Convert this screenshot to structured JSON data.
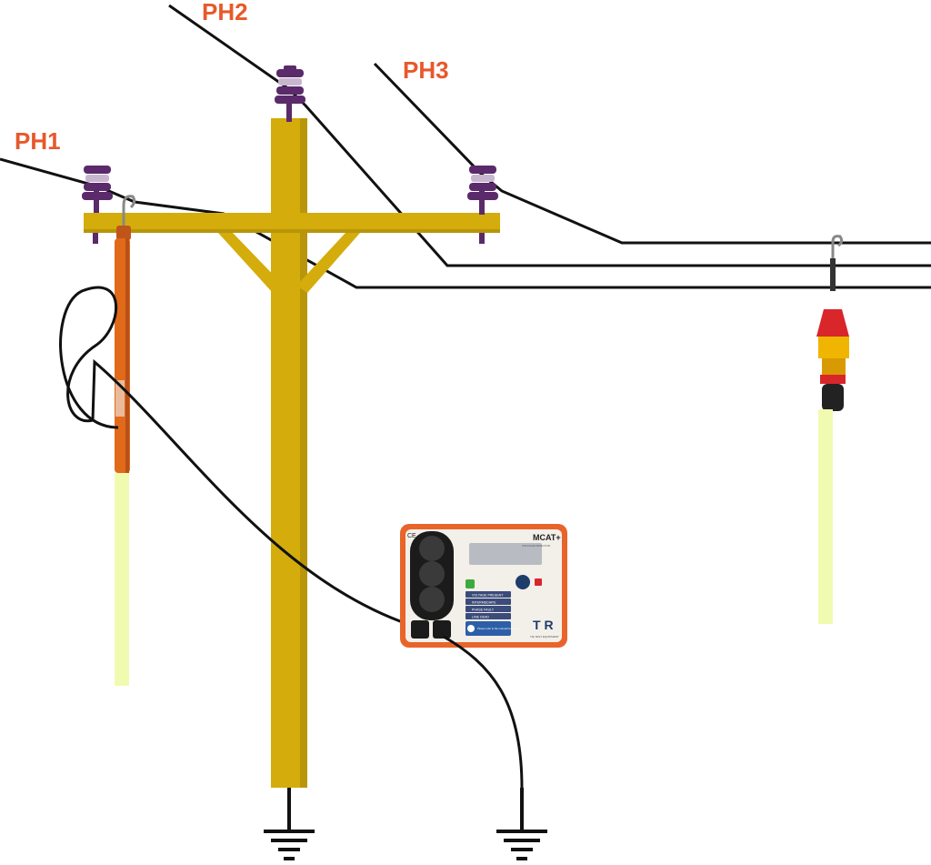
{
  "phase_labels": {
    "ph1": "PH1",
    "ph2": "PH2",
    "ph3": "PH3"
  },
  "device": {
    "model": "MCAT+",
    "subtitle": "VOLTAGE DETECTOR",
    "ce_mark": "CE",
    "indicators": [
      "VOLTAGE PRESENT",
      "INTERMEDIATE",
      "PHASE FAULT",
      "LINE DEAD"
    ],
    "info_text": "Please refer to the manual before use",
    "brand_letters": "T R",
    "brand_name": "TIE TEST EQUIPMENT"
  },
  "colors": {
    "label": "#e8582a",
    "pole": "#d4ac0b",
    "insulator": "#5b2a6b",
    "probe_orange": "#e06a1a",
    "probe_glow": "#f1fbb0",
    "device_frame": "#e8642a",
    "wire": "#111111"
  },
  "icons": [
    "ground-symbol",
    "hook-icon",
    "insulator-icon",
    "rotary-knob-icon",
    "info-icon"
  ]
}
